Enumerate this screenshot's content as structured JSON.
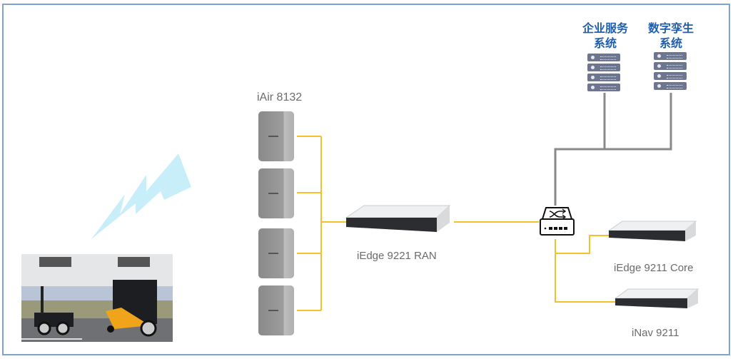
{
  "diagram": {
    "nodes": {
      "enterprise_system": {
        "label_line1": "企业服务",
        "label_line2": "系统",
        "icon": "server-rack-icon"
      },
      "digital_twin_system": {
        "label_line1": "数字孪生",
        "label_line2": "系统",
        "icon": "server-rack-icon"
      },
      "access_points": {
        "label": "iAir 8132",
        "count": 4,
        "icon": "radio-unit-icon"
      },
      "ran_server": {
        "label": "iEdge 9221 RAN",
        "icon": "rack-server-icon"
      },
      "switch": {
        "icon": "network-switch-icon"
      },
      "core_server": {
        "label": "iEdge 9211 Core",
        "icon": "rack-server-icon"
      },
      "nav_server": {
        "label": "iNav 9211",
        "icon": "rack-server-icon"
      },
      "vehicle": {
        "icon": "agv-vehicle-photo"
      },
      "wireless_link": {
        "icon": "lightning-wireless-icon"
      }
    },
    "colors": {
      "frame": "#7ea3cf",
      "title_text": "#1f5fae",
      "label_text": "#6b6b6b",
      "wire_primary": "#f5c02a",
      "wire_secondary": "#8a8a8a",
      "wireless": "#c8eefa",
      "rack_icon": "#6e7590"
    }
  }
}
